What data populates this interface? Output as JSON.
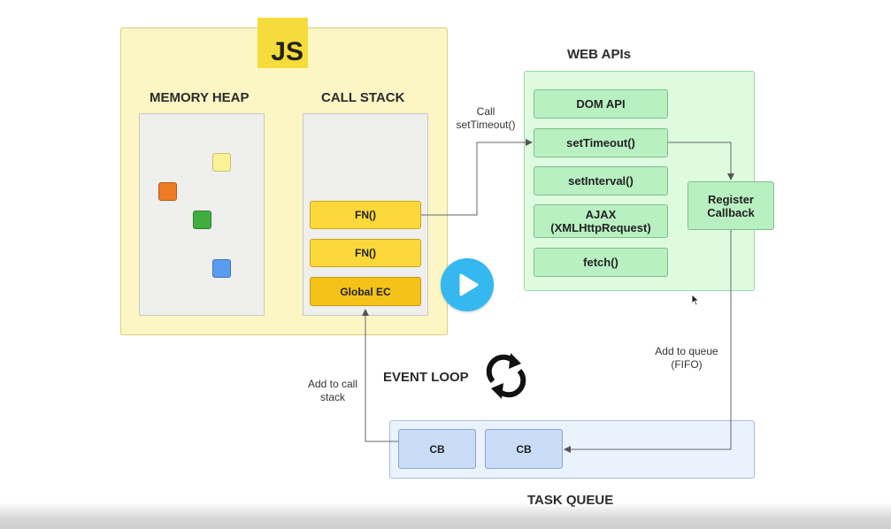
{
  "js_logo": "JS",
  "engine": {
    "memory_heap_title": "MEMORY HEAP",
    "call_stack_title": "CALL STACK",
    "stack_frames": [
      "FN()",
      "FN()",
      "Global EC"
    ]
  },
  "web_apis": {
    "title": "WEB APIs",
    "items": [
      "DOM API",
      "setTimeout()",
      "setInterval()",
      "AJAX\n(XMLHttpRequest)",
      "fetch()"
    ],
    "register_callback": "Register\nCallback"
  },
  "labels": {
    "call_settimeout": "Call\nsetTimeout()",
    "add_to_queue": "Add to queue\n(FIFO)",
    "add_to_call_stack": "Add to call\nstack",
    "event_loop": "EVENT LOOP",
    "task_queue": "TASK QUEUE"
  },
  "task_queue": {
    "items": [
      "CB",
      "CB"
    ]
  },
  "colors": {
    "engine_bg": "#fbf6c4",
    "js_logo_bg": "#f5dc3b",
    "web_api_bg": "#defbe0",
    "task_queue_bg": "#eaf2fc",
    "play_button": "#35b8ef",
    "heap_squares": [
      "#fbf29a",
      "#f07b25",
      "#3fae3f",
      "#5a9cf0"
    ]
  }
}
